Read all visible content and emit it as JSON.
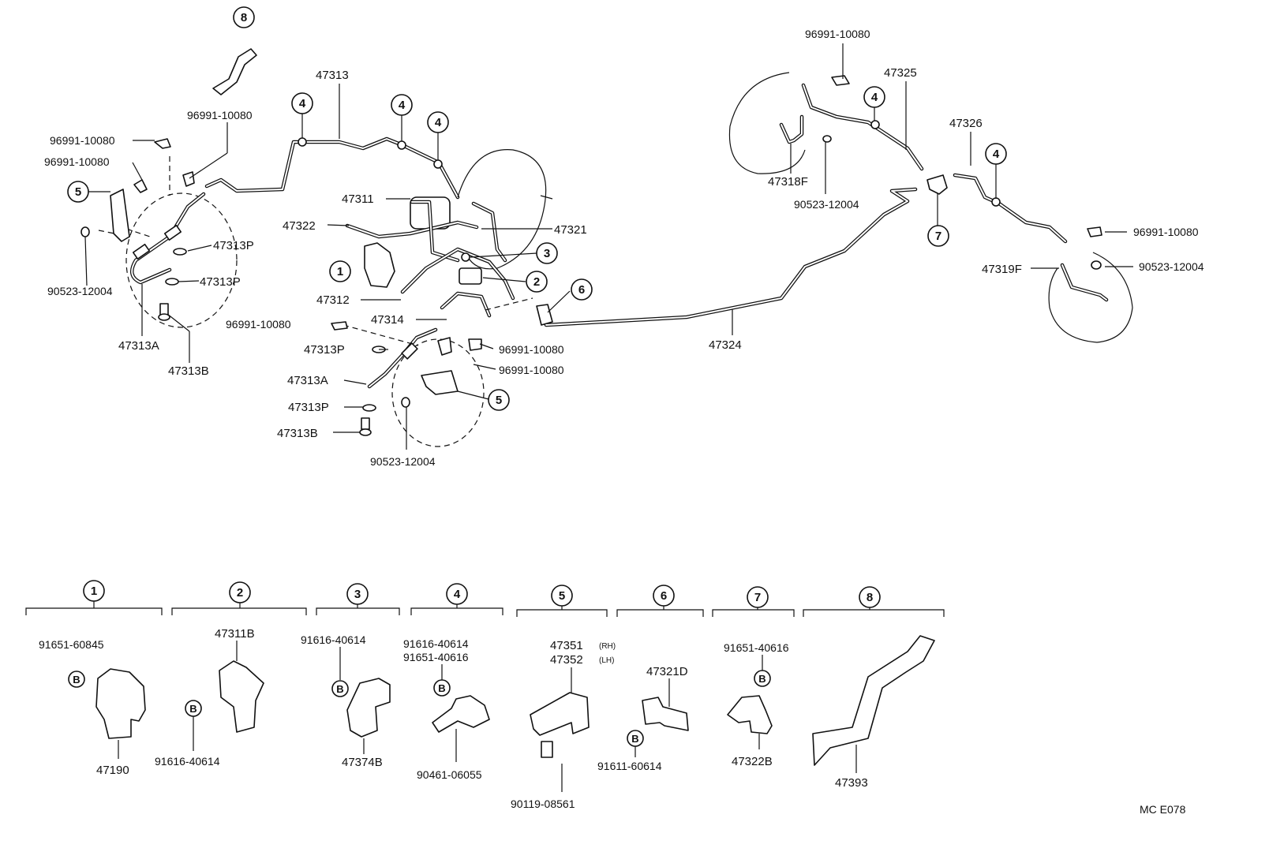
{
  "diagram": {
    "footer_code": "MC  E078",
    "part_labels": {
      "p47313_top": "47313",
      "p96991_a": "96991-10080",
      "p96991_b": "96991-10080",
      "p96991_c": "96991-10080",
      "p96991_d": "96991-10080",
      "p96991_e": "96991-10080",
      "p96991_f": "96991-10080",
      "p96991_g": "96991-10080",
      "p96991_h": "96991-10080",
      "p47311": "47311",
      "p47322": "47322",
      "p47321": "47321",
      "p47312": "47312",
      "p47314": "47314",
      "p47313P_a": "47313P",
      "p47313P_b": "47313P",
      "p47313P_c": "47313P",
      "p47313P_d": "47313P",
      "p90523_a": "90523-12004",
      "p90523_b": "90523-12004",
      "p90523_c": "90523-12004",
      "p90523_d": "90523-12004",
      "p47313A_a": "47313A",
      "p47313A_b": "47313A",
      "p47313B_a": "47313B",
      "p47313B_b": "47313B",
      "p47324": "47324",
      "p47325": "47325",
      "p47326": "47326",
      "p47318F": "47318F",
      "p47319F": "47319F"
    },
    "ref_numbers": {
      "r1": "1",
      "r2": "2",
      "r3": "3",
      "r4": "4",
      "r5": "5",
      "r6": "6",
      "r7": "7",
      "r8": "8"
    },
    "legend": {
      "group1": {
        "ref": "1",
        "bolt_label": "91651-60845",
        "part": "47190",
        "bolt_mark": "B"
      },
      "group2": {
        "ref": "2",
        "part": "47311B",
        "bolt_label": "91616-40614",
        "bolt_mark": "B"
      },
      "group3": {
        "ref": "3",
        "bolt_label": "91616-40614",
        "part": "47374B",
        "bolt_mark": "B"
      },
      "group4": {
        "ref": "4",
        "bolt_label_1": "91616-40614",
        "bolt_label_2": "91651-40616",
        "part": "90461-06055",
        "bolt_mark": "B"
      },
      "group5": {
        "ref": "5",
        "part_rh": "47351",
        "rh_tag": "(RH)",
        "part_lh": "47352",
        "lh_tag": "(LH)",
        "bolt": "90119-08561"
      },
      "group6": {
        "ref": "6",
        "part": "47321D",
        "bolt_label": "91611-60614",
        "bolt_mark": "B"
      },
      "group7": {
        "ref": "7",
        "bolt_label": "91651-40616",
        "part": "47322B",
        "bolt_mark": "B"
      },
      "group8": {
        "ref": "8",
        "part": "47393"
      }
    }
  }
}
